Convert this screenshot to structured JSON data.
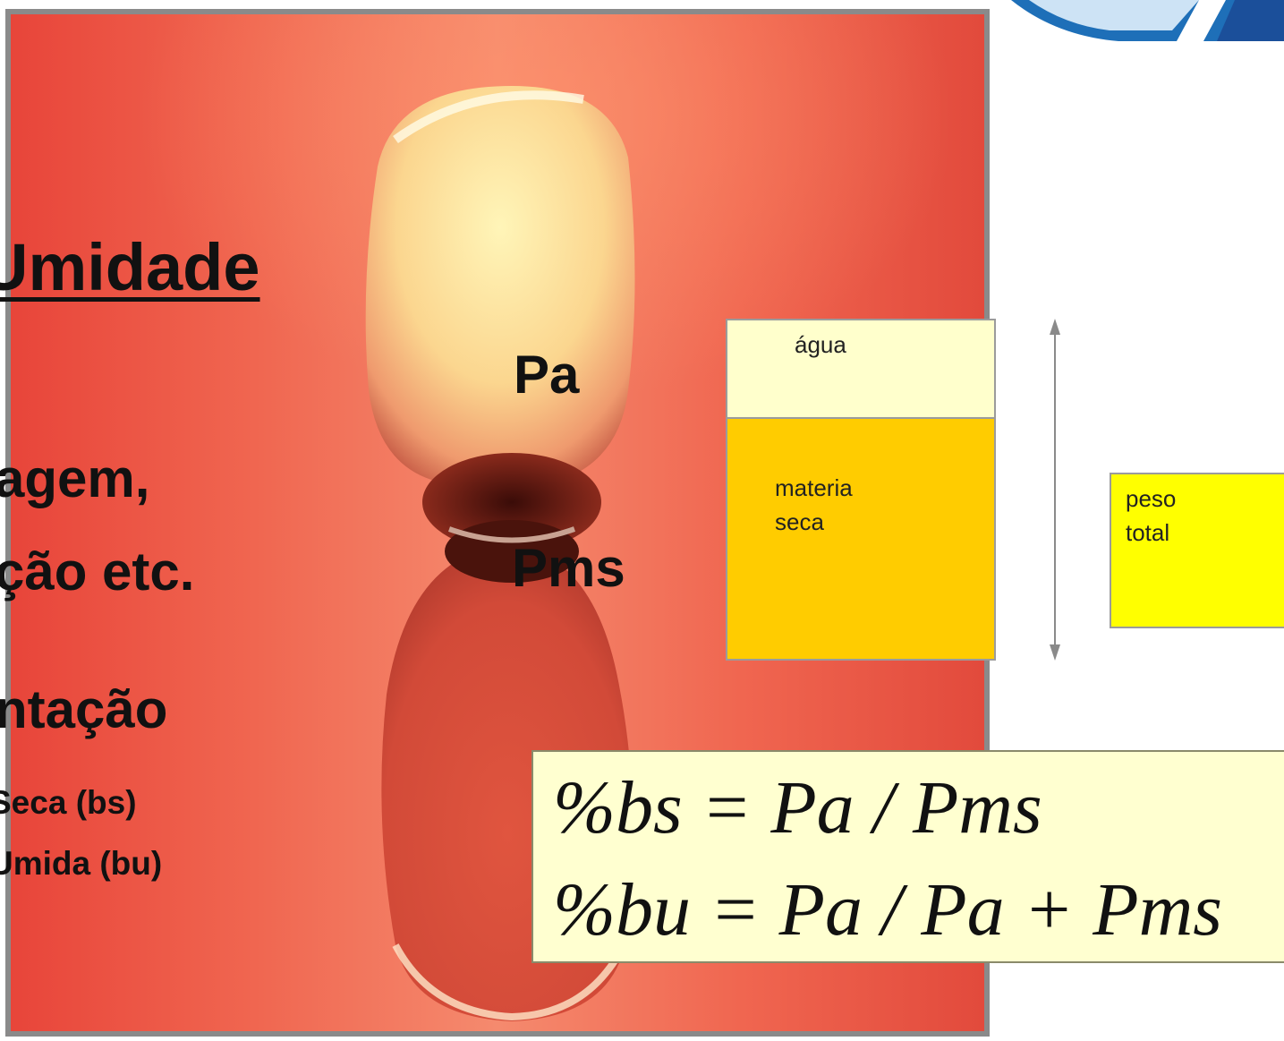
{
  "slide": {
    "title": "Umidade",
    "line1": "agem,",
    "line2": "ção etc.",
    "line3": "ntação",
    "line4": "Seca (bs)",
    "line5": "Umida (bu)"
  },
  "photo_labels": {
    "pa": "Pa",
    "pms": "Pms"
  },
  "diagram": {
    "water_label": "água",
    "dry_matter_label_1": "materia",
    "dry_matter_label_2": "seca",
    "total_label_1": "peso",
    "total_label_2": "total"
  },
  "formulas": {
    "bs": "%bs = Pa / Pms",
    "bu": "%bu = Pa / Pa + Pms"
  },
  "colors": {
    "water_box": "#ffffcc",
    "dry_box": "#ffcc00",
    "total_box": "#ffff00",
    "formula_box": "#ffffd0"
  }
}
